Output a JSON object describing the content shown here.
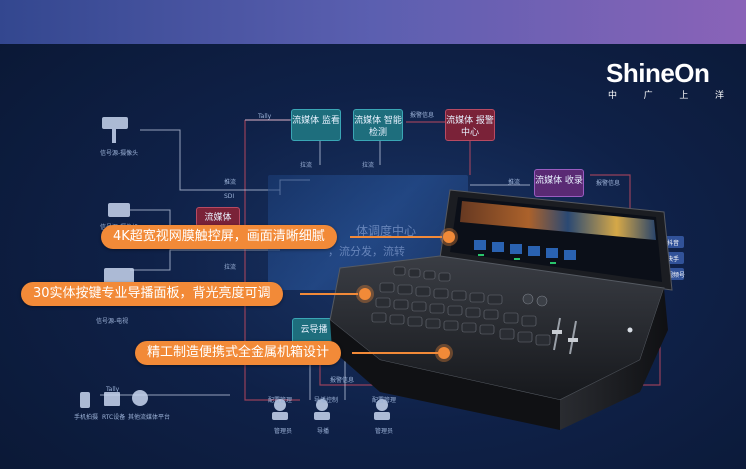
{
  "brand": {
    "name": "ShineOn",
    "sub_chars": [
      "中",
      "广",
      "上",
      "洋"
    ]
  },
  "colors": {
    "callout": "#f28a38",
    "node_teal": "#1e6e7d",
    "node_red": "#7a2238",
    "node_purple": "#5a2a74",
    "topbar_start": "#33478f",
    "topbar_end": "#8a63b8"
  },
  "callouts": [
    "4K超宽视网膜触控屏，画面清晰细腻",
    "30实体按键专业导播面板，背光亮度可调",
    "精工制造便携式全金属机箱设计"
  ],
  "diagram": {
    "nodes": {
      "monitor": "流媒体 监看",
      "detect": "流媒体 智能检测",
      "alarm": "流媒体 报警中心",
      "record": "流媒体 收录",
      "left_stream": "流媒体",
      "cloud": "云导播"
    },
    "center_title": "体调度中心",
    "center_sub": "，流分发，流转",
    "sources": [
      "信号源-摄像头",
      "信号源-摄像机",
      "信号源-电视"
    ],
    "bottom_devices": [
      "手机拍摄",
      "RTC设备",
      "其他流媒体平台"
    ],
    "operators": [
      "配置管理",
      "导播控制",
      "配置管理"
    ],
    "operator_roles": [
      "管理员",
      "导播",
      "管理员"
    ],
    "link_labels": {
      "tally": "Tally",
      "push": "推流",
      "pull": "拉流",
      "sdi": "SDI",
      "alarm_info": "报警信息",
      "config": "配置管理"
    },
    "platforms": [
      "抖音",
      "快手",
      "视频号"
    ]
  }
}
